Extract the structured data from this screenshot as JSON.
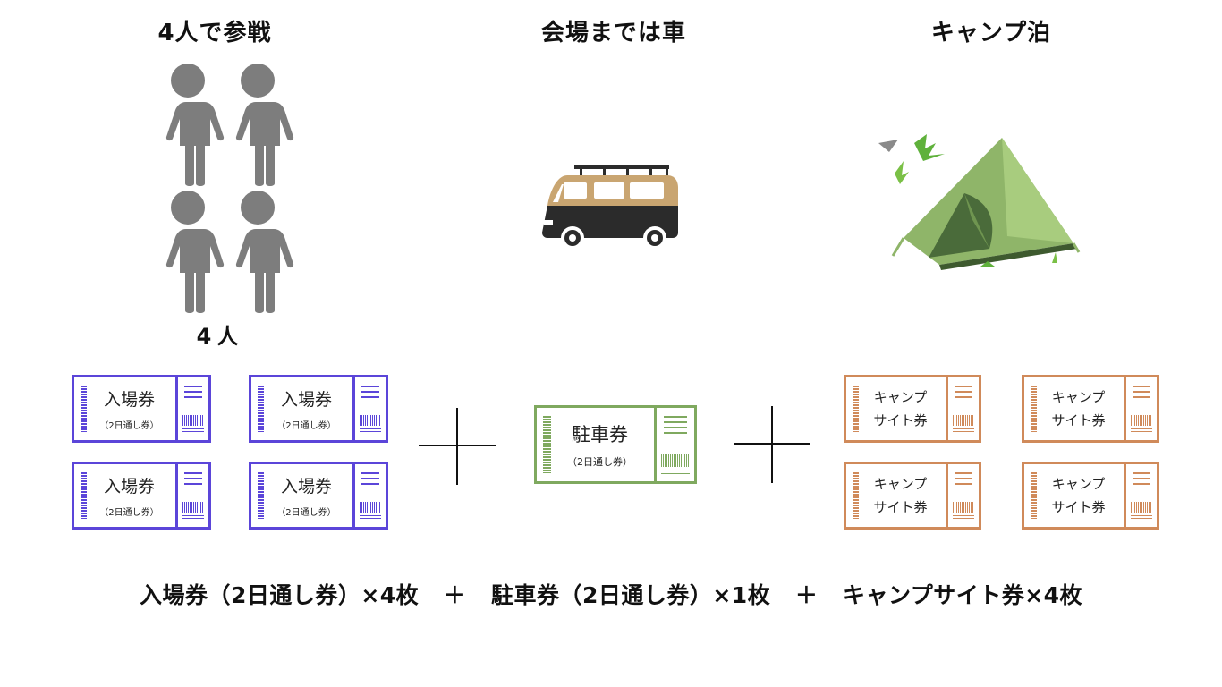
{
  "columns": {
    "people": {
      "title": "4人で参戦",
      "count_label": "4人"
    },
    "car": {
      "title": "会場までは車"
    },
    "camp": {
      "title": "キャンプ泊"
    }
  },
  "tickets": {
    "admission": {
      "name": "入場券",
      "sub": "（2日通し券）"
    },
    "parking": {
      "name": "駐車券",
      "sub": "（2日通し券）"
    },
    "campsite": {
      "line1": "キャンプ",
      "line2": "サイト券"
    }
  },
  "summary": {
    "part1": "入場券（2日通し券）×4枚",
    "op1": "＋",
    "part2": "駐車券（2日通し券）×1枚",
    "op2": "＋",
    "part3": "キャンプサイト券×4枚"
  },
  "colors": {
    "person": "#7d7d7d",
    "admission": "#5b45d9",
    "parking": "#7fa95f",
    "campsite": "#d08a5a",
    "van_top": "#c9a571",
    "van_body": "#2b2b2b",
    "tent": "#8fb569"
  },
  "icons": [
    "person-icon",
    "van-icon",
    "tent-icon",
    "ticket-icon"
  ]
}
